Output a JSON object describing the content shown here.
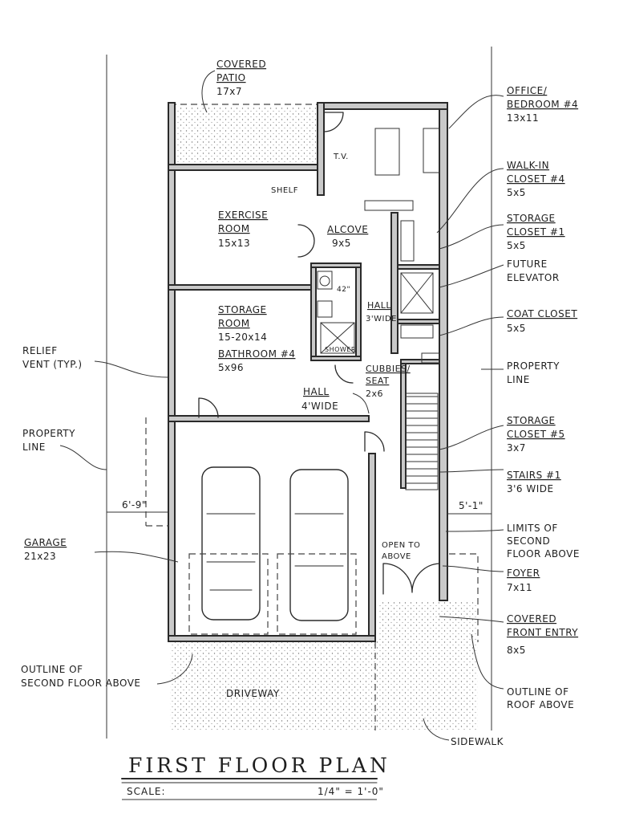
{
  "title": "FIRST FLOOR PLAN",
  "scale_label": "SCALE:",
  "scale_value": "1/4\" = 1'-0\"",
  "rooms": {
    "covered_patio": {
      "name1": "COVERED",
      "name2": "PATIO",
      "size": "17x7"
    },
    "office": {
      "name1": "OFFICE/",
      "name2": "BEDROOM #4",
      "size": "13x11"
    },
    "walk_in_closet": {
      "name1": "WALK-IN",
      "name2": "CLOSET #4",
      "size": "5x5"
    },
    "storage_closet_1": {
      "name1": "STORAGE",
      "name2": "CLOSET #1",
      "size": "5x5"
    },
    "future_elevator": {
      "name1": "FUTURE",
      "name2": "ELEVATOR"
    },
    "exercise_room": {
      "name1": "EXERCISE",
      "name2": "ROOM",
      "size": "15x13"
    },
    "alcove": {
      "name": "ALCOVE",
      "size": "9x5"
    },
    "shelf": "SHELF",
    "tv": "T.V.",
    "storage_room": {
      "name1": "STORAGE",
      "name2": "ROOM",
      "size": "15-20x14"
    },
    "bathroom": {
      "name": "BATHROOM #4",
      "size": "5x96"
    },
    "coat_closet": {
      "name": "COAT CLOSET",
      "size": "5x5"
    },
    "hall_small": {
      "name": "HALL",
      "size": "3'WIDE"
    },
    "shower": "SHOWER",
    "dim_42": "42\"",
    "cubbies": {
      "name1": "CUBBIES/",
      "name2": "SEAT",
      "size": "2x6"
    },
    "hall_main": {
      "name": "HALL",
      "size": "4'WIDE"
    },
    "storage_closet_5": {
      "name1": "STORAGE",
      "name2": "CLOSET #5",
      "size": "3x7"
    },
    "stairs": {
      "name": "STAIRS #1",
      "size": "3'6 WIDE"
    },
    "garage": {
      "name": "GARAGE",
      "size": "21x23"
    },
    "limits": {
      "l1": "LIMITS OF",
      "l2": "SECOND",
      "l3": "FLOOR ABOVE"
    },
    "open_to_above": {
      "l1": "OPEN TO",
      "l2": "ABOVE"
    },
    "foyer": {
      "name": "FOYER",
      "size": "7x11"
    },
    "covered_entry": {
      "name1": "COVERED",
      "name2": "FRONT ENTRY",
      "size": "8x5"
    },
    "outline_roof": {
      "l1": "OUTLINE OF",
      "l2": "ROOF ABOVE"
    },
    "sidewalk": "SIDEWALK",
    "driveway": "DRIVEWAY",
    "outline_second": {
      "l1": "OUTLINE OF",
      "l2": "SECOND FLOOR ABOVE"
    },
    "relief_vent": {
      "l1": "RELIEF",
      "l2": "VENT (TYP.)"
    },
    "property_line_left": {
      "l1": "PROPERTY",
      "l2": "LINE"
    },
    "property_line_right": {
      "l1": "PROPERTY",
      "l2": "LINE"
    },
    "dim_left": "6'-9\"",
    "dim_right": "5'-1\""
  }
}
